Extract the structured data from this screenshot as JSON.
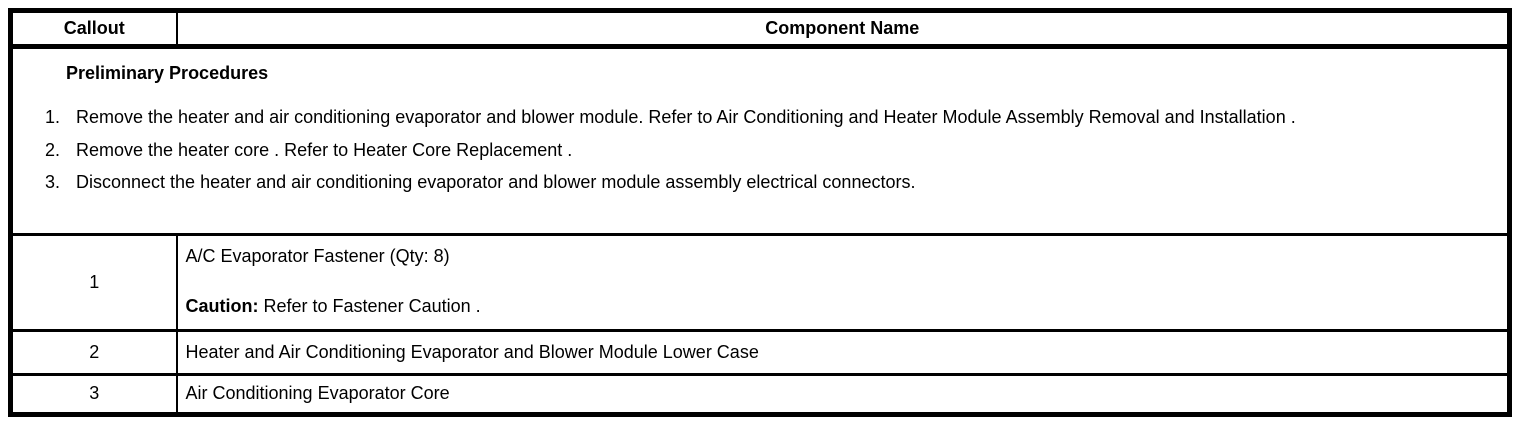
{
  "table": {
    "headers": {
      "callout": "Callout",
      "component_name": "Component Name"
    },
    "preliminary": {
      "title": "Preliminary Procedures",
      "steps": [
        {
          "num": "1.",
          "text": "Remove the heater and air conditioning evaporator and blower module. Refer to Air Conditioning and Heater Module Assembly Removal and Installation ."
        },
        {
          "num": "2.",
          "text": "Remove the heater core . Refer to Heater Core Replacement ."
        },
        {
          "num": "3.",
          "text": "Disconnect the heater and air conditioning evaporator and blower module assembly electrical connectors."
        }
      ]
    },
    "rows": [
      {
        "callout": "1",
        "component": "A/C Evaporator Fastener (Qty: 8)",
        "caution_label": "Caution:",
        "caution_text": "Refer to Fastener Caution ."
      },
      {
        "callout": "2",
        "component": "Heater and Air Conditioning Evaporator and Blower Module Lower Case"
      },
      {
        "callout": "3",
        "component": "Air Conditioning Evaporator Core"
      }
    ]
  },
  "colors": {
    "text": "#000000",
    "border": "#000000",
    "background": "#ffffff"
  }
}
